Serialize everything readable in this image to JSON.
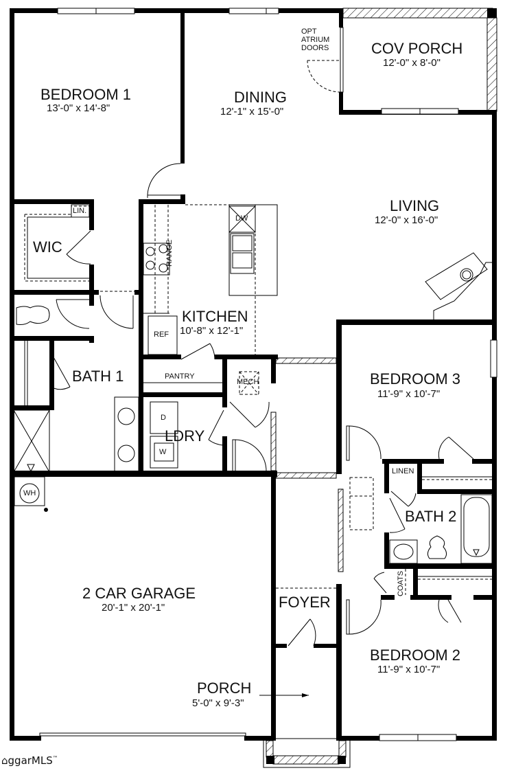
{
  "rooms": {
    "bedroom1": {
      "name": "BEDROOM 1",
      "dims": "13'-0\" x 14'-8\""
    },
    "dining": {
      "name": "DINING",
      "dims": "12'-1\" x 15'-0\""
    },
    "cov_porch": {
      "name": "COV PORCH",
      "dims": "12'-0\" x 8'-0\""
    },
    "living": {
      "name": "LIVING",
      "dims": "12'-0\" x 16'-0\""
    },
    "kitchen": {
      "name": "KITCHEN",
      "dims": "10'-8\" x 12'-1\""
    },
    "wic": {
      "name": "WIC"
    },
    "bath1": {
      "name": "BATH 1"
    },
    "ldry": {
      "name": "LDRY"
    },
    "bedroom3": {
      "name": "BEDROOM 3",
      "dims": "11'-9\" x 10'-7\""
    },
    "bath2": {
      "name": "BATH 2"
    },
    "garage": {
      "name": "2 CAR GARAGE",
      "dims": "20'-1\" x 20'-1\""
    },
    "foyer": {
      "name": "FOYER"
    },
    "porch": {
      "name": "PORCH",
      "dims": "5'-0\" x 9'-3\""
    },
    "bedroom2": {
      "name": "BEDROOM 2",
      "dims": "11'-9\" x 10'-7\""
    }
  },
  "labels": {
    "opt_atrium_1": "OPT",
    "opt_atrium_2": "ATRIUM",
    "opt_atrium_3": "DOORS",
    "lin": "LIN.",
    "range": "RANGE",
    "dw": "DW",
    "ref": "REF",
    "pantry": "PANTRY",
    "mech": "MECH",
    "dryer": "D",
    "washer": "W",
    "linen": "LINEN",
    "coats": "COATS",
    "wh": "WH"
  },
  "watermark": {
    "text": "ggarMLS",
    "tm": "™"
  }
}
